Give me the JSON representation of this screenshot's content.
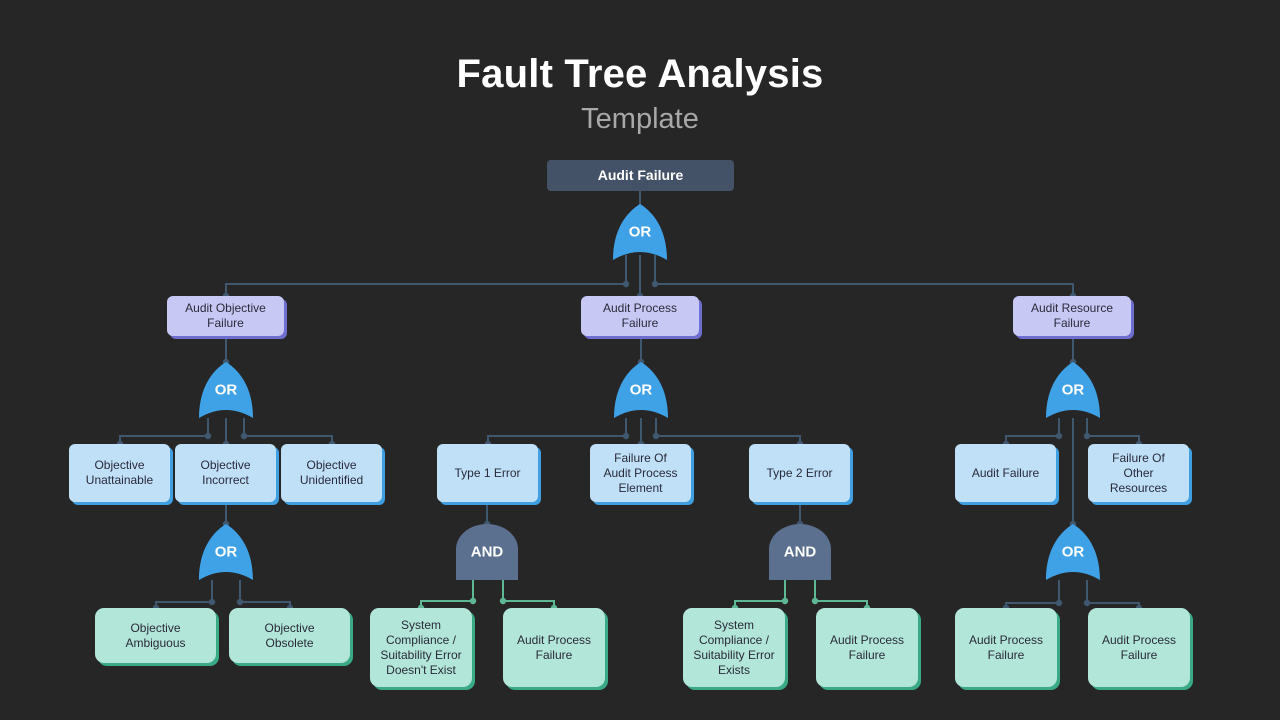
{
  "title": "Fault Tree Analysis",
  "subtitle": "Template",
  "colors": {
    "background": "#262626",
    "root": "#435266",
    "level1": "#c8c8f5",
    "level2": "#bfe0f7",
    "level3": "#b2e6d8",
    "or_gate": "#3fa1e6",
    "and_gate": "#5b6f8e",
    "line": "#3f5870",
    "green_line": "#5fb895"
  },
  "gates": {
    "or": "OR",
    "and": "AND"
  },
  "nodes": {
    "root": "Audit Failure",
    "audit_objective_failure": "Audit Objective\nFailure",
    "audit_process_failure": "Audit Process\nFailure",
    "audit_resource_failure": "Audit Resource\nFailure",
    "objective_unattainable": "Objective\nUnattainable",
    "objective_incorrect": "Objective\nIncorrect",
    "objective_unidentified": "Objective\nUnidentified",
    "type1_error": "Type 1 Error",
    "failure_of_audit_process_element": "Failure Of\nAudit Process\nElement",
    "type2_error": "Type 2 Error",
    "audit_failure_sub": "Audit Failure",
    "failure_of_other_resources": "Failure Of\nOther\nResources",
    "objective_ambiguous": "Objective\nAmbiguous",
    "objective_obsolete": "Objective\nObsolete",
    "system_compliance_not_exist": "System\nCompliance /\nSuitability Error\nDoesn't Exist",
    "audit_process_failure_a": "Audit Process\nFailure",
    "system_compliance_exists": "System\nCompliance /\nSuitability Error\nExists",
    "audit_process_failure_b": "Audit Process\nFailure",
    "audit_process_failure_c": "Audit Process\nFailure",
    "audit_process_failure_d": "Audit Process\nFailure"
  }
}
